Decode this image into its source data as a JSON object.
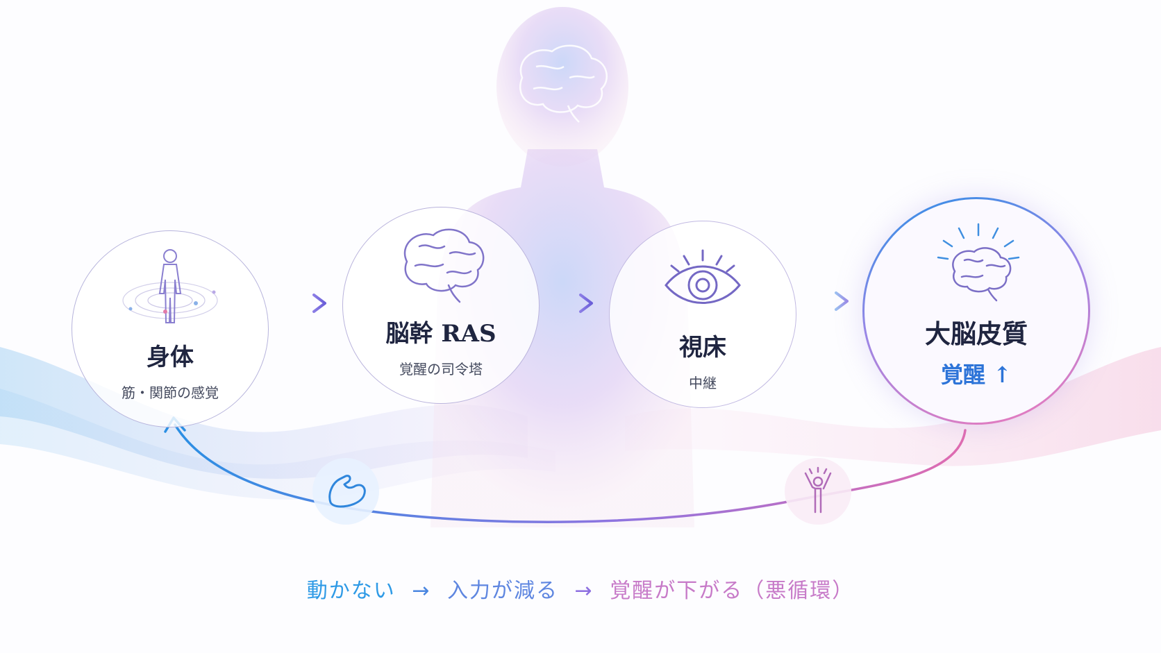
{
  "nodes": [
    {
      "title": "身体",
      "subtitle": "筋・関節の感覚",
      "icon": "body-sensation-icon"
    },
    {
      "title": "脳幹 RAS",
      "subtitle": "覚醒の司令塔",
      "icon": "brain-icon"
    },
    {
      "title": "視床",
      "subtitle": "中継",
      "icon": "eye-icon"
    },
    {
      "title": "大脳皮質",
      "subtitle": "覚醒 ↑",
      "icon": "glowing-brain-icon"
    }
  ],
  "badges": [
    "muscle-arm-icon",
    "person-raising-arms-icon"
  ],
  "caption": {
    "part1": "動かない",
    "arrow1": "→",
    "part2": "入力が減る",
    "arrow2": "→",
    "part3": "覚醒が下がる（悪循環）"
  },
  "colors": {
    "blue": "#2e9ae6",
    "violet": "#8d6fe0",
    "pink": "#e07ab8",
    "accent_text": "#2d74d8"
  }
}
